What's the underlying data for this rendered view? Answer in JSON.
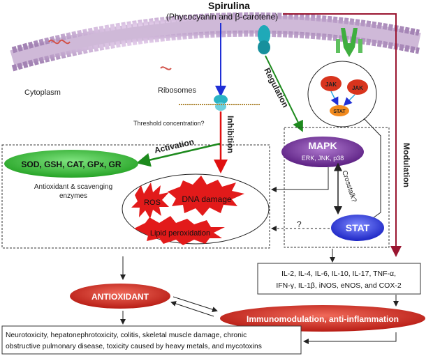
{
  "header": {
    "title": "Spirulina",
    "subtitle": "(Phycocyanin and β-carotene)"
  },
  "labels": {
    "cytoplasm": "Cytoplasm",
    "ribosomes": "Ribosomes",
    "threshold": "Threshold concentration?",
    "regulation": "Regulation",
    "inhibition": "Inhibition",
    "activation": "Activation",
    "modulation": "Modulation",
    "crosstalk": "Crosstalk?",
    "question_mark": "?"
  },
  "nodes": {
    "enzymes": "SOD, GSH, CAT, GPx, GR",
    "enzymes_caption_1": "Antioxidant & scavenging",
    "enzymes_caption_2": "enzymes",
    "ros": "ROS",
    "dna_damage": "DNA damage",
    "lipid_peroxidation": "Lipid peroxidation",
    "mapk_title": "MAPK",
    "mapk_sub": "ERK, JNK, p38",
    "stat": "STAT",
    "jak_left": "JAK",
    "jak_right": "JAK",
    "stat_small": "STAT",
    "cytokines_line1": "IL-2, IL-4, IL-6, IL-10, IL-17, TNF-α,",
    "cytokines_line2": "IFN-γ, IL-1β, iNOS, eNOS, and COX-2",
    "antioxidant": "ANTIOXIDANT",
    "immuno": "Immunomodulation, anti-inflammation",
    "diseases_line1": "Neurotoxicity, hepatonephrotoxicity, colitis, skeletal muscle damage, chronic",
    "diseases_line2": "obstructive pulmonary disease, toxicity caused by heavy metals, and mycotoxins"
  },
  "colors": {
    "blue_arrow": "#1f2fd6",
    "green_arrow": "#1d8a1d",
    "red_arrow": "#9a1530",
    "mapk": "#6a2b8f",
    "stat": "#2a35d6",
    "red_node": "#c81e1e",
    "enzyme_green": "#2fb82f"
  }
}
